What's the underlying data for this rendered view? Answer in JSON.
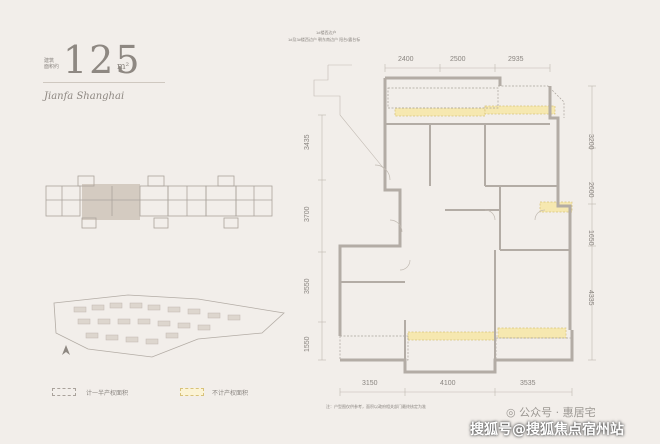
{
  "header": {
    "area_value": "125",
    "area_unit": "m²",
    "area_caption_line1": "建筑",
    "area_caption_line2": "面积约",
    "brand_script": "Jianfa Shanghai"
  },
  "plan_notes": {
    "line1": "1#楼西边户",
    "line2": "1#及3#楼西边户 朝东南边户 阳台/露台标"
  },
  "dimensions": {
    "top": [
      "2400",
      "2500",
      "2935"
    ],
    "left": [
      "3435",
      "3700",
      "3550",
      "1550"
    ],
    "right": [
      "3200",
      "2600",
      "1650",
      "4335"
    ],
    "bottom": [
      "3150",
      "4100",
      "3535"
    ]
  },
  "legend": {
    "counted_area": "计一半产权面积",
    "not_counted_area": "不计产权面积"
  },
  "footnote": "注：户型图仅供参考，面积以政府相关部门最终核定为准",
  "watermarks": {
    "wechat": "公众号 · 惠居宅",
    "sohu": "搜狐号@搜狐焦点宿州站"
  },
  "colors": {
    "background": "#f2eeea",
    "line": "#a9a29b",
    "wall": "#b3aca5",
    "accent_dashed": "#d8c27a",
    "highlight_fill": "#f6e8b0",
    "text": "#8a8580"
  }
}
